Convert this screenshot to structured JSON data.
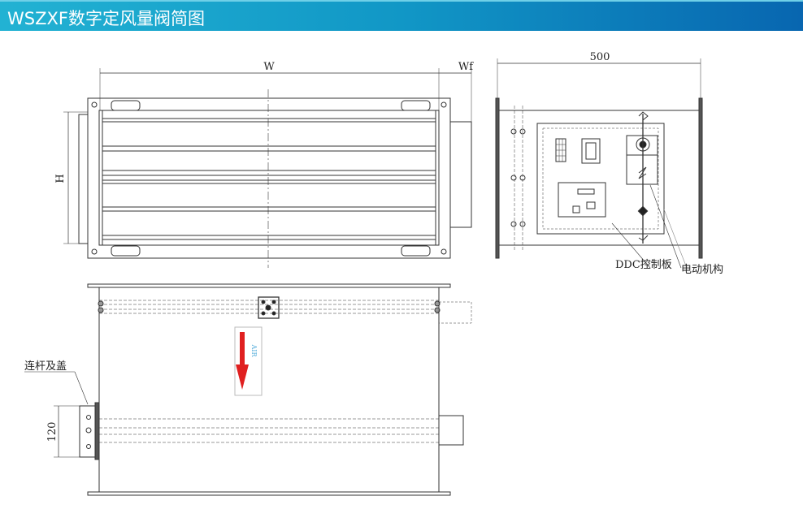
{
  "header": {
    "title": "WSZXF数字定风量阀简图"
  },
  "front_view": {
    "width_label": "W",
    "flange_label": "Wf",
    "height_label": "H"
  },
  "side_view": {
    "dimension": "500",
    "ddc_label": "DDC控制板",
    "actuator_label": "电动机构"
  },
  "bottom_view": {
    "linkage_label": "连杆及盖",
    "dimension": "120",
    "airflow_label": "AIR"
  },
  "colors": {
    "header_start": "#22b2d3",
    "header_end": "#0866b0",
    "arrow": "#e02020",
    "air_text": "#4aa8d8"
  }
}
